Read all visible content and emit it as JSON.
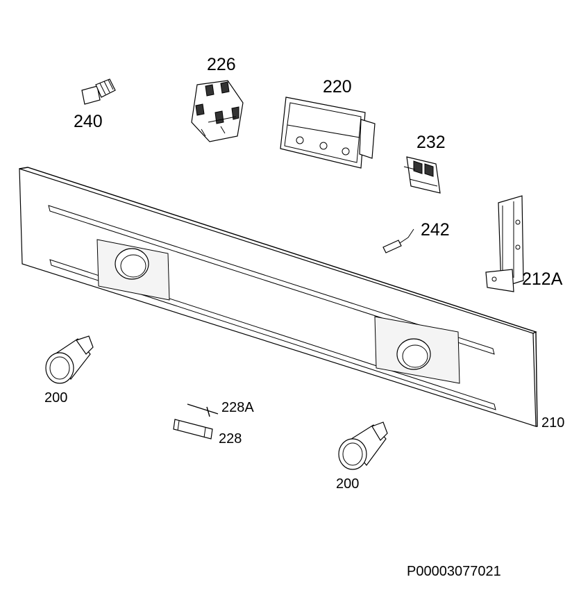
{
  "labels": {
    "part_226": "226",
    "part_240": "240",
    "part_220": "220",
    "part_232": "232",
    "part_242": "242",
    "part_212a": "212A",
    "part_210": "210",
    "part_200_left": "200",
    "part_200_center": "200",
    "part_228a": "228A",
    "part_228": "228"
  },
  "drawing_number": "P00003077021"
}
